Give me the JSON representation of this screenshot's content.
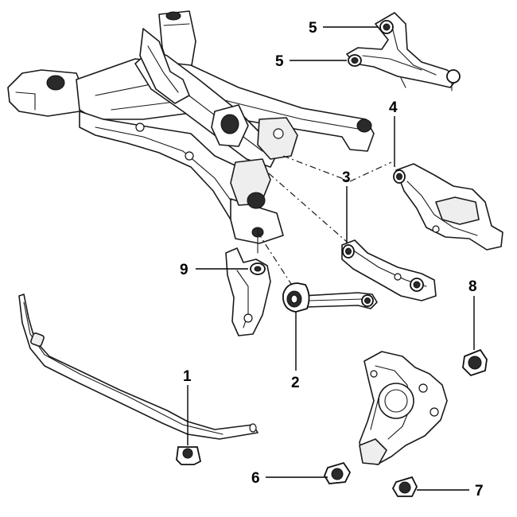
{
  "callouts": {
    "c1": "1",
    "c2": "2",
    "c3": "3",
    "c4": "4",
    "c5a": "5",
    "c5b": "5",
    "c6": "6",
    "c7": "7",
    "c8": "8",
    "c9": "9"
  },
  "colors": {
    "line": "#1a1a1a",
    "background": "#ffffff"
  }
}
